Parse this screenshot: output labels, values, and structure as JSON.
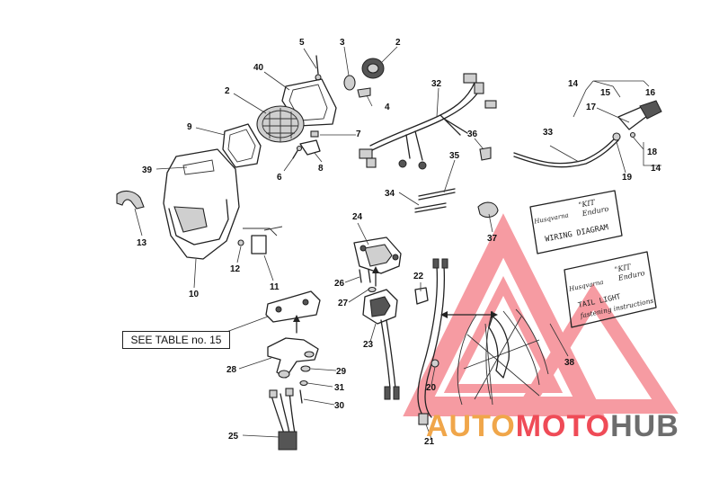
{
  "callouts": {
    "c1": "5",
    "c2": "3",
    "c3": "2",
    "c4": "40",
    "c5": "2",
    "c6": "4",
    "c7": "9",
    "c8": "7",
    "c9": "6",
    "c10": "8",
    "c11": "39",
    "c12": "13",
    "c13": "12",
    "c14": "11",
    "c15": "10",
    "c16": "32",
    "c17": "36",
    "c18": "35",
    "c19": "34",
    "c20": "37",
    "c21": "14",
    "c22": "15",
    "c23": "16",
    "c24": "17",
    "c25": "33",
    "c26": "18",
    "c27": "19",
    "c28": "14",
    "c29": "24",
    "c30": "26",
    "c31": "27",
    "c32": "22",
    "c33": "23",
    "c34": "20",
    "c35": "21",
    "c36": "38",
    "c37": "28",
    "c38": "29",
    "c39": "31",
    "c40": "30",
    "c41": "25"
  },
  "see_table": "SEE TABLE no. 15",
  "card_wiring": {
    "brand": "Husqvarna",
    "kit": "\"KIT",
    "kit2": "Enduro",
    "title": "WIRING DIAGRAM"
  },
  "card_tail": {
    "brand": "Husqvarna",
    "kit": "\"KIT",
    "kit2": "Enduro",
    "line1": "TAIL LIGHT",
    "line2": "fastening instructions"
  },
  "brand": {
    "part1": "AUTO",
    "part2": "MOTO",
    "part3": "HUB"
  },
  "colors": {
    "watermark_red": "#ef4b57",
    "watermark_orange": "#f0a64a",
    "watermark_grey": "#6d6d6d"
  }
}
